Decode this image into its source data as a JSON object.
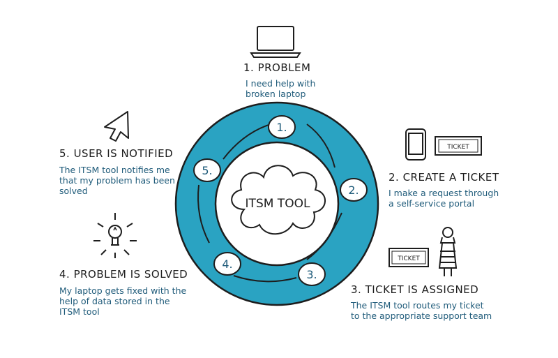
{
  "center": {
    "label": "ITSM TOOL"
  },
  "steps": [
    {
      "number": "1.",
      "title": "1. PROBLEM",
      "desc": [
        "I need help with",
        "broken laptop"
      ]
    },
    {
      "number": "2.",
      "title": "2. CREATE A TICKET",
      "desc": [
        "I make a request through",
        "a self-service portal"
      ]
    },
    {
      "number": "3.",
      "title": "3. TICKET IS ASSIGNED",
      "desc": [
        "The ITSM tool routes my ticket",
        "to the appropriate support team"
      ]
    },
    {
      "number": "4.",
      "title": "4. PROBLEM IS SOLVED",
      "desc": [
        "My laptop gets fixed with the",
        "help of data stored in the",
        "ITSM tool"
      ]
    },
    {
      "number": "5.",
      "title": "5. USER IS NOTIFIED",
      "desc": [
        "The ITSM tool notifies me",
        "that my problem has been",
        "solved"
      ]
    }
  ],
  "tickets": [
    {
      "label": "TICKET"
    },
    {
      "label": "TICKET"
    }
  ],
  "colors": {
    "ring": "#2aa3c2",
    "ink": "#1d1d1d",
    "desc_text": "#1f5b7a"
  },
  "icons": [
    "laptop-icon",
    "tablet-icon",
    "ticket-icon",
    "person-icon",
    "lightbulb-icon",
    "cursor-icon",
    "cloud-icon"
  ]
}
